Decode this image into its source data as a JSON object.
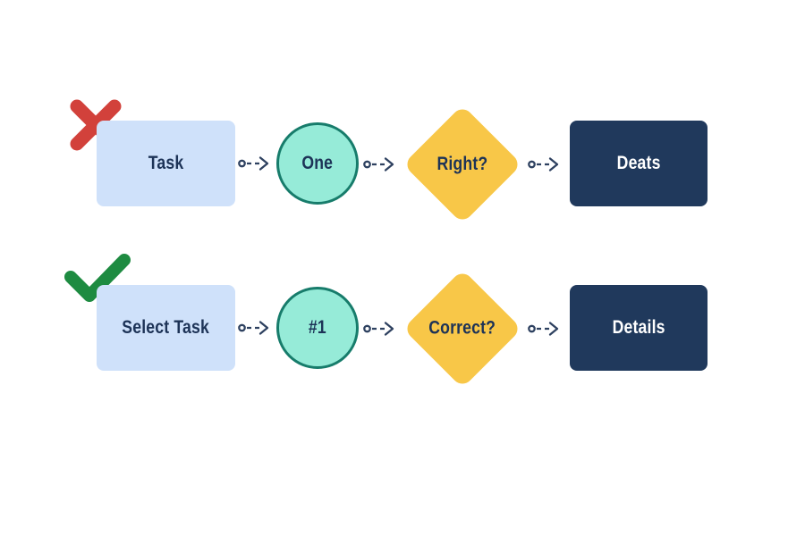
{
  "colors": {
    "background": "#ffffff",
    "connector": "#2e4160",
    "light_blue_fill": "#cfe1fa",
    "teal_fill": "#96ebd8",
    "teal_border": "#177c6b",
    "yellow_fill": "#f8c748",
    "navy_fill": "#20395c",
    "dark_text": "#1d3357",
    "white_text": "#ffffff",
    "red_x": "#d2413b",
    "green_check": "#1e8b41"
  },
  "diagram": {
    "rows": [
      {
        "status": "wrong",
        "status_icon": "x-mark-icon",
        "steps": [
          {
            "shape": "rectangle",
            "label": "Task"
          },
          {
            "shape": "circle",
            "label": "One"
          },
          {
            "shape": "diamond",
            "label": "Right?"
          },
          {
            "shape": "rectangle",
            "label": "Deats"
          }
        ]
      },
      {
        "status": "correct",
        "status_icon": "check-mark-icon",
        "steps": [
          {
            "shape": "rectangle",
            "label": "Select Task"
          },
          {
            "shape": "circle",
            "label": "#1"
          },
          {
            "shape": "diamond",
            "label": "Correct?"
          },
          {
            "shape": "rectangle",
            "label": "Details"
          }
        ]
      }
    ]
  }
}
